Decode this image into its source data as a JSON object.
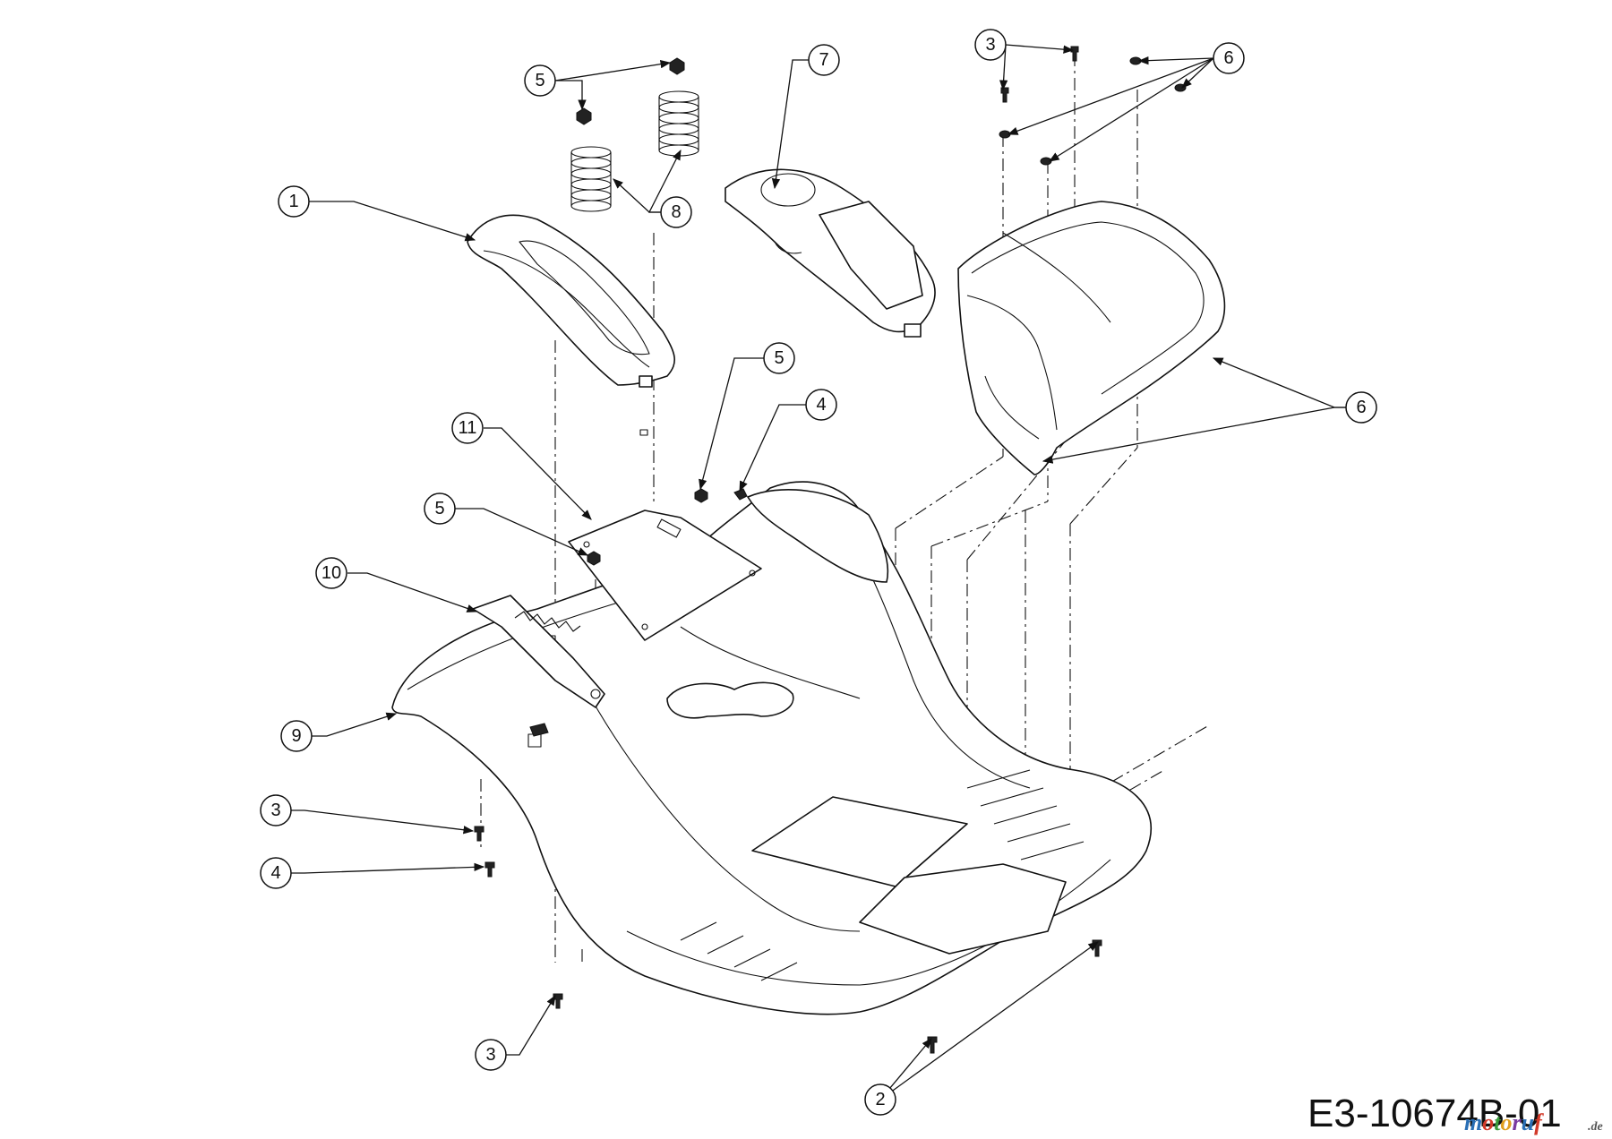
{
  "diagram_code": "E3-10674B-01",
  "watermark": "motoruf",
  "watermark_suffix": ".de",
  "watermark_colors": [
    "#2a6fb5",
    "#d23a2a",
    "#3a9a3a",
    "#e0a020",
    "#7a3aa0",
    "#2a6fb5",
    "#d23a2a"
  ],
  "callouts": [
    {
      "id": "c1",
      "label": "1"
    },
    {
      "id": "c2",
      "label": "2"
    },
    {
      "id": "c3a",
      "label": "3"
    },
    {
      "id": "c3b",
      "label": "3"
    },
    {
      "id": "c3c",
      "label": "3"
    },
    {
      "id": "c4a",
      "label": "4"
    },
    {
      "id": "c4b",
      "label": "4"
    },
    {
      "id": "c5a",
      "label": "5"
    },
    {
      "id": "c5b",
      "label": "5"
    },
    {
      "id": "c5c",
      "label": "5"
    },
    {
      "id": "c6a",
      "label": "6"
    },
    {
      "id": "c6b",
      "label": "6"
    },
    {
      "id": "c7",
      "label": "7"
    },
    {
      "id": "c8",
      "label": "8"
    },
    {
      "id": "c9",
      "label": "9"
    },
    {
      "id": "c10",
      "label": "10"
    },
    {
      "id": "c11",
      "label": "11"
    }
  ]
}
